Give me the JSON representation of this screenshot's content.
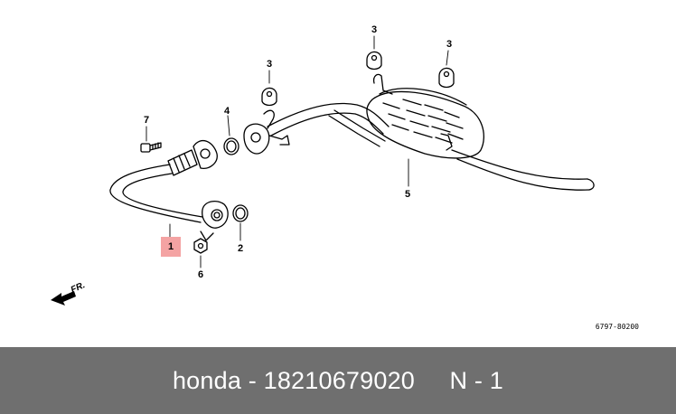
{
  "diagram": {
    "callouts": [
      {
        "id": "1",
        "text": "1",
        "highlighted": true
      },
      {
        "id": "2",
        "text": "2"
      },
      {
        "id": "3a",
        "text": "3"
      },
      {
        "id": "3b",
        "text": "3"
      },
      {
        "id": "3c",
        "text": "3"
      },
      {
        "id": "4",
        "text": "4"
      },
      {
        "id": "5",
        "text": "5"
      },
      {
        "id": "6",
        "text": "6"
      },
      {
        "id": "7",
        "text": "7"
      }
    ],
    "direction_label": "FR.",
    "drawing_code": "6797-80200",
    "highlight_color": "#f4a3a3"
  },
  "footer": {
    "text": "honda - 18210679020     N - 1",
    "background": "#6f6f6f"
  }
}
